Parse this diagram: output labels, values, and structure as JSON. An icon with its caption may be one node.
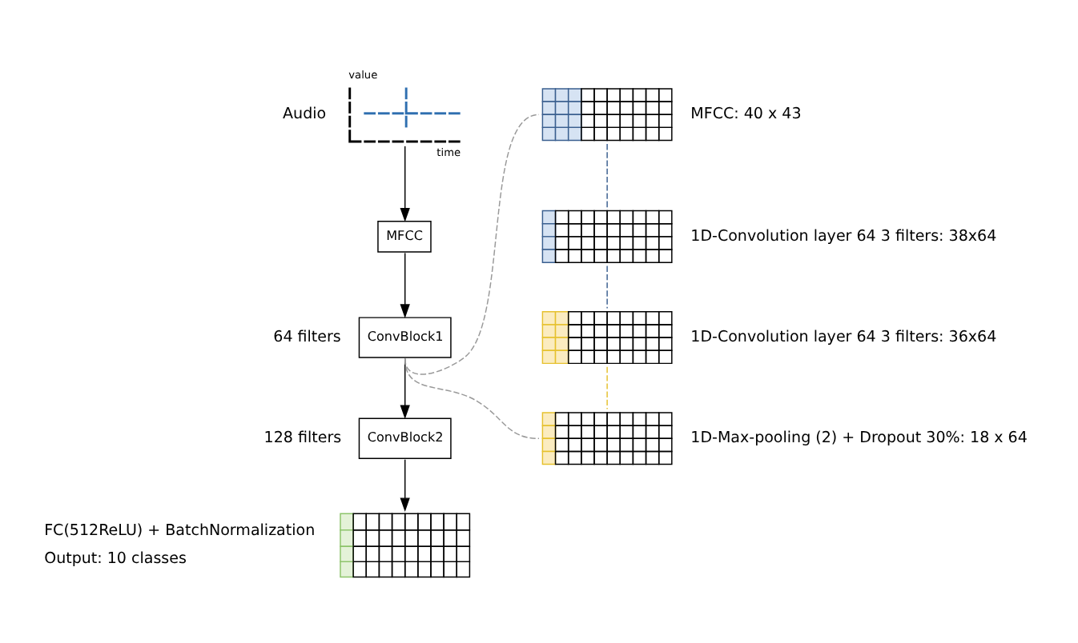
{
  "diagram": {
    "nodes": [
      {
        "text": [
          "Audio"
        ]
      },
      {
        "text": [
          "MFCC"
        ]
      },
      {
        "text": [
          "ConvBlock1"
        ],
        "beside": [
          "64 filters"
        ]
      },
      {
        "text": [
          "ConvBlock2"
        ],
        "beside": [
          "128 filters"
        ]
      },
      {
        "text": [],
        "shape": "picture",
        "beside": [
          "FC(512ReLU) + BatchNormalization",
          "Output: 10 classes"
        ]
      },
      {
        "text": [],
        "shape": "picture",
        "beside": [
          "MFCC: 40 x 43"
        ]
      },
      {
        "text": [],
        "shape": "picture",
        "beside": [
          "1D-Convolution layer 64 3 filters: 38x64"
        ]
      },
      {
        "text": [],
        "shape": "picture",
        "beside": [
          "1D-Convolution layer 64 3 filters: 36x64"
        ]
      },
      {
        "text": [],
        "shape": "picture",
        "beside": [
          "1D-Max-pooling (2) + Dropout 30%: 18 x 64"
        ]
      }
    ],
    "edges": [
      {
        "from": 0,
        "to": 1,
        "arrow": "to"
      },
      {
        "from": 1,
        "to": 2,
        "arrow": "to"
      },
      {
        "from": 2,
        "to": 3,
        "arrow": "to"
      },
      {
        "from": 3,
        "to": 4,
        "arrow": "to"
      },
      {
        "from": 2,
        "to": 5,
        "arrow": "none",
        "style": "dashed",
        "color": "#999999"
      },
      {
        "from": 2,
        "to": 8,
        "arrow": "none",
        "style": "dashed",
        "color": "#999999"
      },
      {
        "from": 5,
        "to": 6,
        "arrow": "none",
        "style": "dashed",
        "color": "#3a5f8f"
      },
      {
        "from": 6,
        "to": 7,
        "arrow": "none",
        "style": "dashed",
        "color": "#3a5f8f"
      },
      {
        "from": 7,
        "to": 8,
        "arrow": "none",
        "style": "dashed",
        "color": "#e6c12e"
      }
    ],
    "labels": [
      "value",
      "time"
    ]
  }
}
